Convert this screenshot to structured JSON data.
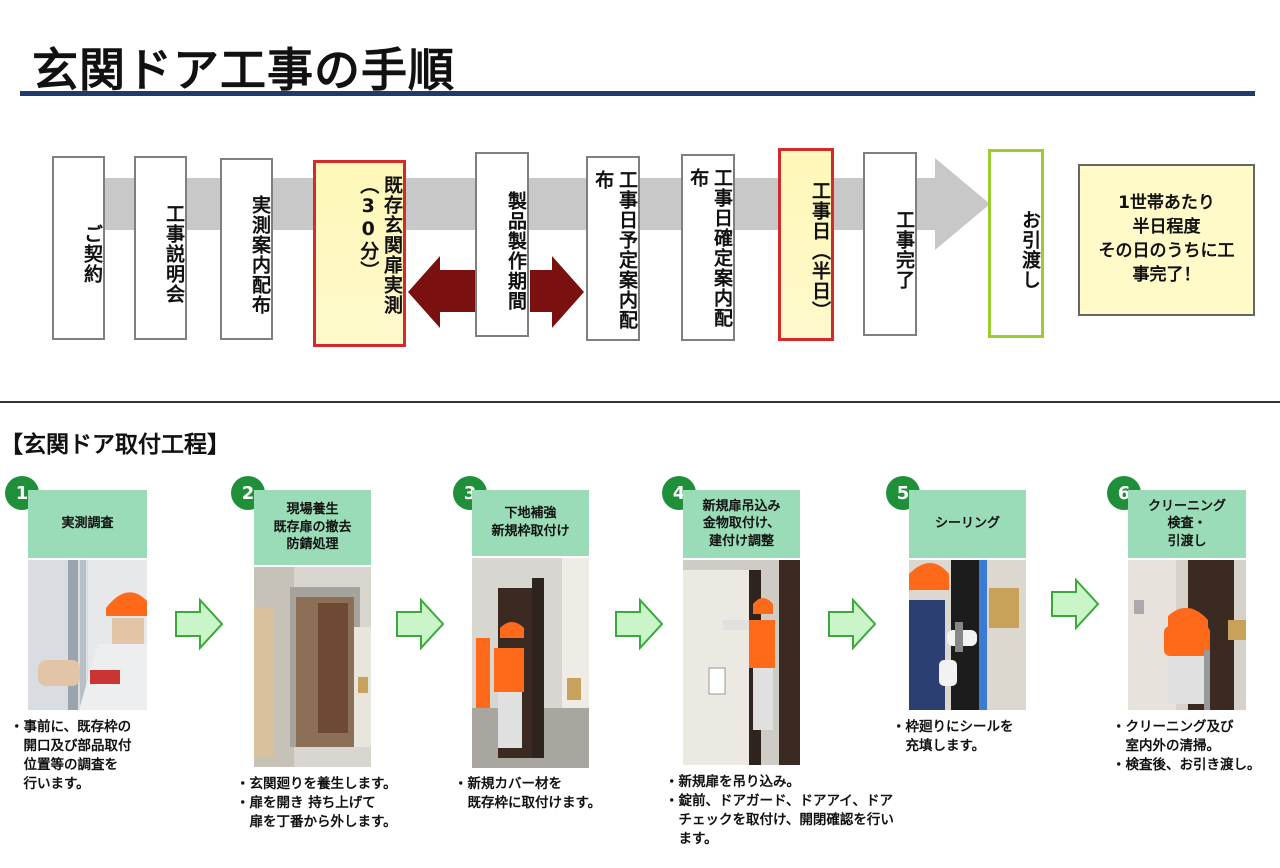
{
  "title": "玄関ドア工事の手順",
  "flow": [
    {
      "text": "ご契約"
    },
    {
      "text": "工事説明会"
    },
    {
      "text": "実測案内配布"
    },
    {
      "text": "既存玄関扉実測（30分）"
    },
    {
      "text": "製品製作期間"
    },
    {
      "text": "工事日予定案内配布"
    },
    {
      "text": "工事日確定案内配布"
    },
    {
      "text": "工事日（半日）"
    },
    {
      "text": "工事完了"
    },
    {
      "text": "お引渡し"
    }
  ],
  "note": "1世帯あたり\n半日程度\nその日のうちに工\n事完了！",
  "subtitle": "【玄関ドア取付工程】",
  "steps": [
    {
      "num": "1",
      "label": "実測調査",
      "desc": "・事前に、既存枠の\n　開口及び部品取付\n　位置等の調査を\n　行います。"
    },
    {
      "num": "2",
      "label": "現場養生\n既存扉の撤去\n防錆処理",
      "desc": "・玄関廻りを養生します。\n・扉を開き 持ち上げて\n　扉を丁番から外します。"
    },
    {
      "num": "3",
      "label": "下地補強\n新規枠取付け",
      "desc": "・新規カバー材を\n　既存枠に取付けます。"
    },
    {
      "num": "4",
      "label": "新規扉吊込み\n金物取付け、\n建付け調整",
      "desc": "・新規扉を吊り込み。\n・錠前、ドアガード、ドアアイ、ドア\n　チェックを取付け、開閉確認を行い\n　ます。"
    },
    {
      "num": "5",
      "label": "シーリング",
      "desc": "・枠廻りにシールを\n　充填します。"
    },
    {
      "num": "6",
      "label": "クリーニング\n検査・\n引渡し",
      "desc": "・クリーニング及び\n　室内外の清掃。\n・検査後、お引き渡し。"
    }
  ],
  "colors": {
    "accent_rule": "#1f3a6b",
    "step_label": "#99dcb7",
    "step_circle": "#1f8f3a",
    "highlight_border": "#d42a2a",
    "final_border": "#9acd32",
    "double_arrow": "#7a1010",
    "flow_arrow": "#c8c8c8"
  }
}
